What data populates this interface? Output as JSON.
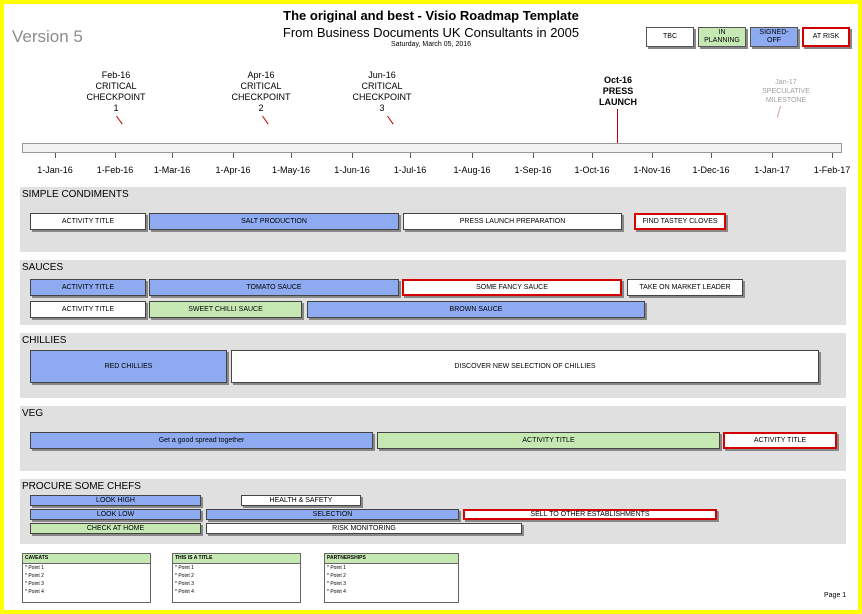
{
  "header": {
    "version": "Version 5",
    "title": "The original and best - Visio Roadmap Template",
    "subtitle": "From Business Documents UK Consultants in 2005",
    "date": "Saturday, March 05, 2016"
  },
  "legend": [
    {
      "label": "TBC",
      "style": "white"
    },
    {
      "label": "IN PLANNING",
      "style": "green"
    },
    {
      "label": "SIGNED-OFF",
      "style": "blue"
    },
    {
      "label": "AT RISK",
      "style": "red"
    }
  ],
  "milestones": [
    {
      "date": "Feb-16",
      "line1": "CRITICAL",
      "line2": "CHECKPOINT",
      "line3": "1",
      "marker": "×"
    },
    {
      "date": "Apr-16",
      "line1": "CRITICAL",
      "line2": "CHECKPOINT",
      "line3": "2",
      "marker": "×"
    },
    {
      "date": "Jun-16",
      "line1": "CRITICAL",
      "line2": "CHECKPOINT",
      "line3": "3",
      "marker": "×"
    },
    {
      "date": "Oct-16",
      "line1": "PRESS",
      "line2": "LAUNCH",
      "line3": "",
      "marker": "▼"
    },
    {
      "date": "Jan-17",
      "line1": "SPECULATIVE",
      "line2": "MILESTONE",
      "line3": "",
      "marker": "▼"
    }
  ],
  "timeline_ticks": [
    "1-Jan-16",
    "1-Feb-16",
    "1-Mar-16",
    "1-Apr-16",
    "1-May-16",
    "1-Jun-16",
    "1-Jul-16",
    "1-Aug-16",
    "1-Sep-16",
    "1-Oct-16",
    "1-Nov-16",
    "1-Dec-16",
    "1-Jan-17",
    "1-Feb-17"
  ],
  "sections": [
    {
      "title": "SIMPLE CONDIMENTS"
    },
    {
      "title": "SAUCES"
    },
    {
      "title": "CHILLIES"
    },
    {
      "title": "VEG"
    },
    {
      "title": "PROCURE SOME CHEFS"
    }
  ],
  "tasks": {
    "s1": [
      "ACTIVITY TITLE",
      "SALT PRODUCTION",
      "PRESS LAUNCH PREPARATION",
      "FIND TASTEY CLOVES"
    ],
    "s2": [
      "ACTIVITY TITLE",
      "TOMATO SAUCE",
      "SOME FANCY SAUCE",
      "TAKE ON MARKET LEADER",
      "ACTIVITY TITLE",
      "SWEET CHILLI SAUCE",
      "BROWN SAUCE"
    ],
    "s3": [
      "RED CHILLIES",
      "DISCOVER NEW SELECTION OF CHILLIES"
    ],
    "s4": [
      "Get a good spread together",
      "ACTIVITY TITLE",
      "ACTIVITY TITLE"
    ],
    "s5": [
      "LOOK HIGH",
      "HEALTH & SAFETY",
      "LOOK LOW",
      "SELECTION",
      "SELL TO OTHER ESTABLISHMENTS",
      "CHECK AT HOME",
      "RISK MONITORING"
    ]
  },
  "notes": [
    {
      "title": "CAVEATS",
      "items": [
        "* Point 1",
        "* Point 2",
        "* Point 3",
        "* Point 4"
      ]
    },
    {
      "title": "THIS IS A TITLE",
      "items": [
        "* Point 1",
        "* Point 2",
        "* Point 3",
        "* Point 4"
      ]
    },
    {
      "title": "PARTNERSHIPS",
      "items": [
        "* Point 1",
        "* Point 2",
        "* Point 3",
        "* Point 4"
      ]
    }
  ],
  "footer": {
    "page": "Page 1"
  },
  "colors": {
    "frame": "#ffff00",
    "blue": "#8eaaf0",
    "green": "#c6e9b4",
    "risk": "#d40000",
    "section_bg": "#e0e0e0"
  }
}
